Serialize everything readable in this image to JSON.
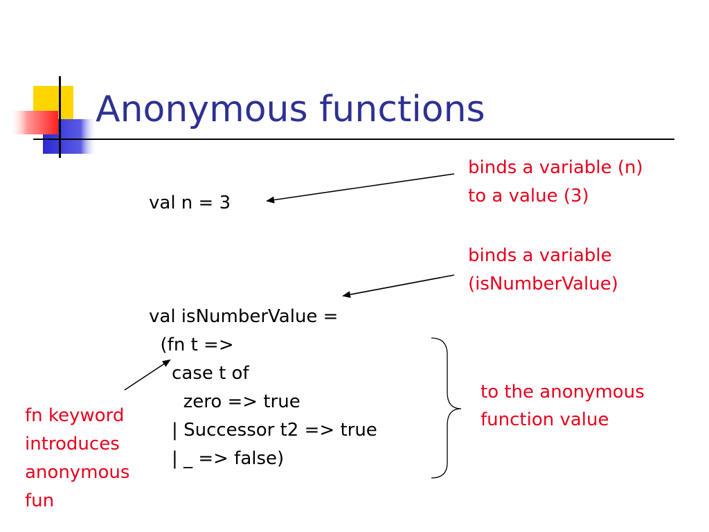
{
  "slide": {
    "title": "Anonymous functions",
    "code_val_n": "val n = 3",
    "code_lines": [
      "val isNumberValue =",
      "  (fn t =>",
      "    case t of",
      "      zero => true",
      "    | Successor t2 => true",
      "    | _ => false)"
    ],
    "note_binds_value": [
      "binds a variable (n)",
      "to a value (3)"
    ],
    "note_binds_variable": [
      "binds a variable",
      "(isNumberValue)"
    ],
    "note_anon_value": [
      "to the anonymous",
      "function value"
    ],
    "note_fn_keyword": [
      "fn keyword",
      "introduces",
      "anonymous",
      "fun"
    ]
  },
  "colors": {
    "title": "#2e3192",
    "annotation": "#e8001c",
    "deco_yellow": "#ffd500",
    "deco_red": "#ff2a2a",
    "deco_blue": "#3535d9"
  }
}
